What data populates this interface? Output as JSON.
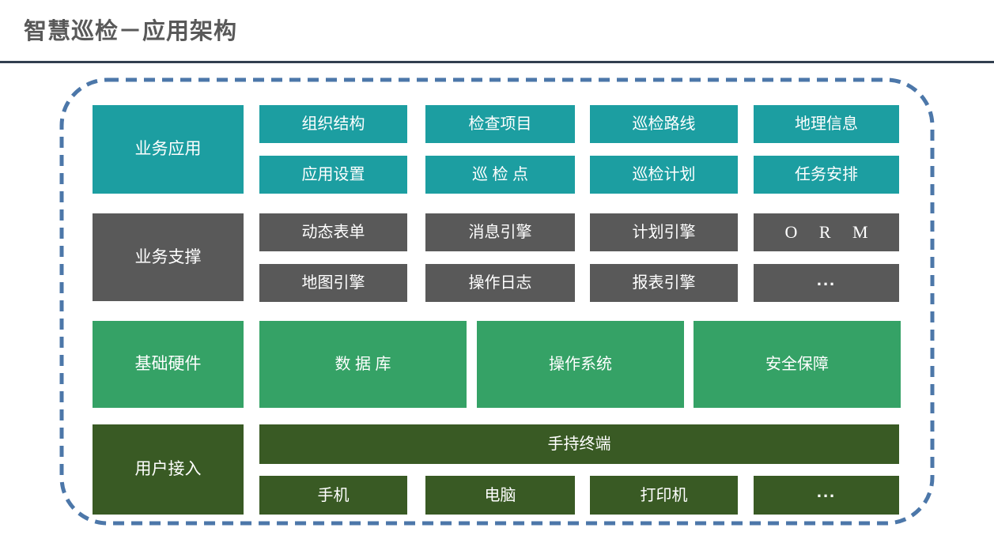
{
  "header": {
    "title": "智慧巡检－应用架构"
  },
  "colors": {
    "teal": "#1C9EA1",
    "gray": "#595959",
    "green": "#35A266",
    "darkgreen": "#395A24",
    "frame": "#4C77A9",
    "divider": "#323F4F",
    "title": "#595959"
  },
  "layers": {
    "app": {
      "label": "业务应用",
      "row1": [
        "组织结构",
        "检查项目",
        "巡检路线",
        "地理信息"
      ],
      "row2": [
        "应用设置",
        "巡 检 点",
        "巡检计划",
        "任务安排"
      ]
    },
    "support": {
      "label": "业务支撑",
      "row1": [
        "动态表单",
        "消息引擎",
        "计划引擎",
        "O R M"
      ],
      "row2": [
        "地图引擎",
        "操作日志",
        "报表引擎",
        "..."
      ]
    },
    "infra": {
      "label": "基础硬件",
      "items": [
        "数 据 库",
        "操作系统",
        "安全保障"
      ]
    },
    "access": {
      "label": "用户接入",
      "banner": "手持终端",
      "items": [
        "手机",
        "电脑",
        "打印机",
        "..."
      ]
    }
  }
}
